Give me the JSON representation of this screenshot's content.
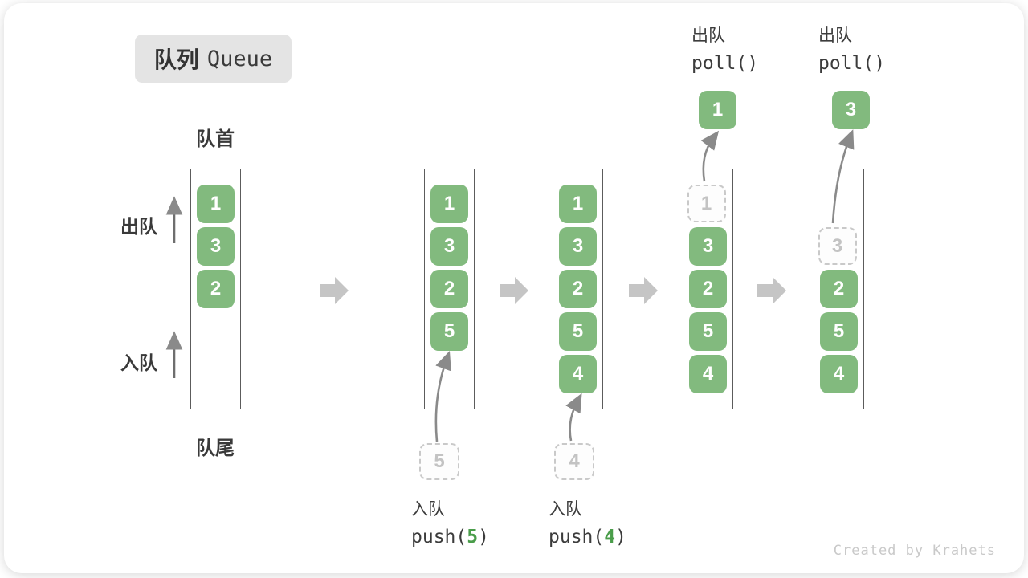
{
  "title_badge": {
    "cn": "队列",
    "en": "Queue"
  },
  "labels": {
    "front": "队首",
    "rear": "队尾",
    "dequeue": "出队",
    "enqueue": "入队"
  },
  "columns": [
    {
      "name": "state-initial",
      "boxes": [
        {
          "value": "1"
        },
        {
          "value": "3"
        },
        {
          "value": "2"
        }
      ]
    },
    {
      "name": "state-after-push5",
      "boxes": [
        {
          "value": "1"
        },
        {
          "value": "3"
        },
        {
          "value": "2"
        },
        {
          "value": "5"
        }
      ]
    },
    {
      "name": "state-after-push4",
      "boxes": [
        {
          "value": "1"
        },
        {
          "value": "3"
        },
        {
          "value": "2"
        },
        {
          "value": "5"
        },
        {
          "value": "4"
        }
      ]
    },
    {
      "name": "state-poll-1",
      "boxes": [
        {
          "value": "1",
          "dashed": true
        },
        {
          "value": "3"
        },
        {
          "value": "2"
        },
        {
          "value": "5"
        },
        {
          "value": "4"
        }
      ]
    },
    {
      "name": "state-poll-3",
      "boxes": [
        {
          "value": "3",
          "dashed": true
        },
        {
          "value": "2"
        },
        {
          "value": "5"
        },
        {
          "value": "4"
        }
      ]
    }
  ],
  "operations": {
    "push5": {
      "action": "入队",
      "fn": "push(",
      "arg": "5",
      "close": ")",
      "staged_value": "5"
    },
    "push4": {
      "action": "入队",
      "fn": "push(",
      "arg": "4",
      "close": ")",
      "staged_value": "4"
    },
    "poll1": {
      "action": "出队",
      "code": "poll()",
      "result_value": "1"
    },
    "poll3": {
      "action": "出队",
      "code": "poll()",
      "result_value": "3"
    }
  },
  "watermark": "Created by Krahets",
  "colors": {
    "box_green": "#82ba7e",
    "code_green": "#4a9d4a",
    "block_arrow_gray": "#c5c5c5",
    "thin_arrow_gray": "#8a8a8a",
    "channel_line": "#5c5c5c",
    "badge_bg": "#e4e4e4",
    "dashed_gray": "#c9c9c9"
  }
}
